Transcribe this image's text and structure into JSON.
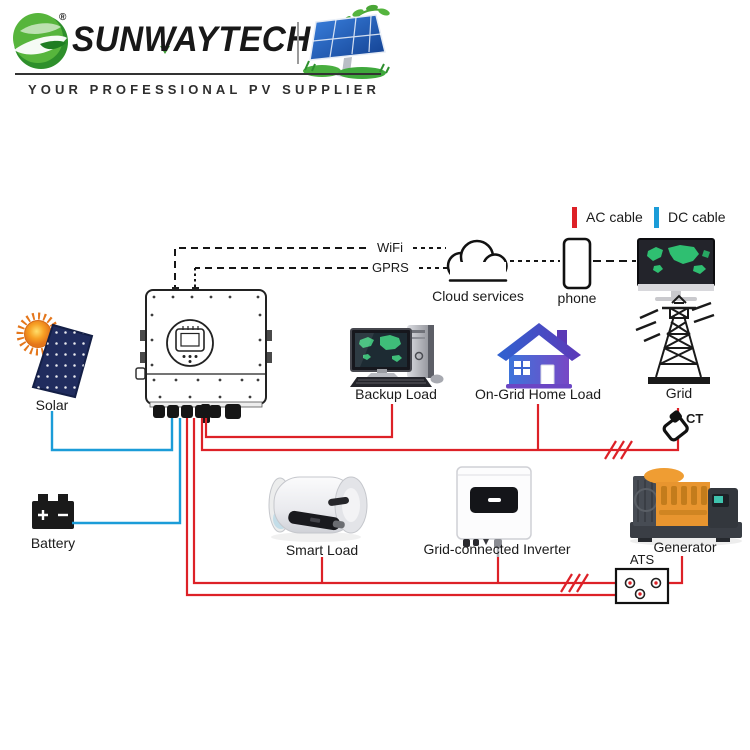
{
  "header": {
    "brand": "SUNWAYTECH",
    "registered_mark": "®",
    "tagline": "YOUR PROFESSIONAL PV SUPPLIER"
  },
  "legend": {
    "ac_label": "AC cable",
    "dc_label": "DC cable",
    "ac_color": "#dd2127",
    "dc_color": "#1b9cd8"
  },
  "communication": {
    "wifi": "WiFi",
    "gprs": "GPRS",
    "cloud": "Cloud services",
    "phone": "phone"
  },
  "nodes": {
    "solar": "Solar",
    "battery": "Battery",
    "backup_load": "Backup Load",
    "ongrid_home_load": "On-Grid Home Load",
    "grid": "Grid",
    "ct": "CT",
    "smart_load": "Smart Load",
    "grid_connected_inverter": "Grid-connected Inverter",
    "generator": "Generator",
    "ats": "ATS"
  },
  "wire_colors": {
    "ac": "#dd2127",
    "dc": "#1b9cd8"
  }
}
